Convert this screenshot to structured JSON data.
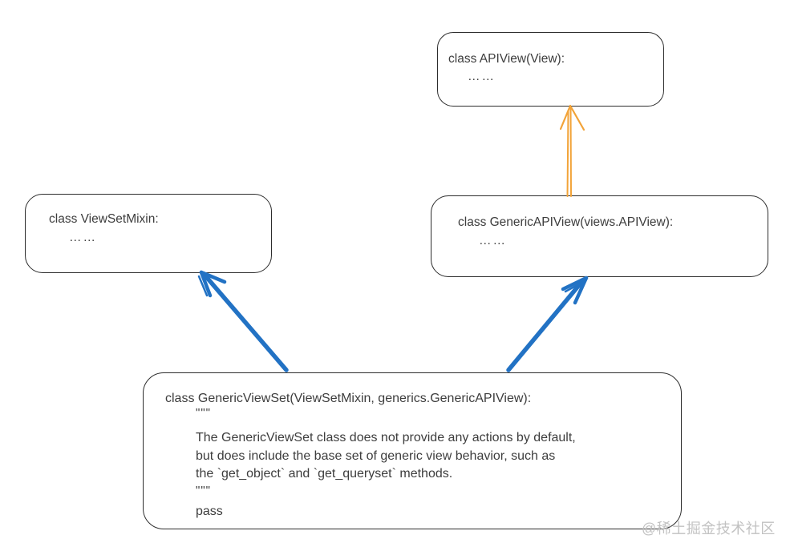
{
  "diagram": {
    "watermark": "@稀土掘金技术社区",
    "colors": {
      "background": "#ffffff",
      "box_border": "#2d2d2d",
      "text": "#3d3d3d",
      "blue_arrow": "#2272c4",
      "orange_arrow": "#f2a338",
      "watermark": "#c2c2c2"
    },
    "boxes": {
      "apiview": {
        "title": "class APIView(View):",
        "ellipsis": "……"
      },
      "viewsetmixin": {
        "title": "class ViewSetMixin:",
        "ellipsis": "……"
      },
      "genericapiview": {
        "title": "class GenericAPIView(views.APIView):",
        "ellipsis": "……"
      },
      "genericviewset": {
        "title": "class GenericViewSet(ViewSetMixin, generics.GenericAPIView):",
        "docstring_open": "\"\"\"",
        "docstring_lines": [
          "The GenericViewSet class does not provide any actions by default,",
          "but does include the base set of generic view behavior, such as",
          "the `get_object` and `get_queryset` methods."
        ],
        "docstring_close": "\"\"\"",
        "body": "pass"
      }
    },
    "edges": [
      {
        "from": "GenericAPIView",
        "to": "APIView",
        "color": "orange",
        "style": "double-line"
      },
      {
        "from": "GenericViewSet",
        "to": "ViewSetMixin",
        "color": "blue",
        "style": "solid"
      },
      {
        "from": "GenericViewSet",
        "to": "GenericAPIView",
        "color": "blue",
        "style": "solid"
      }
    ]
  }
}
